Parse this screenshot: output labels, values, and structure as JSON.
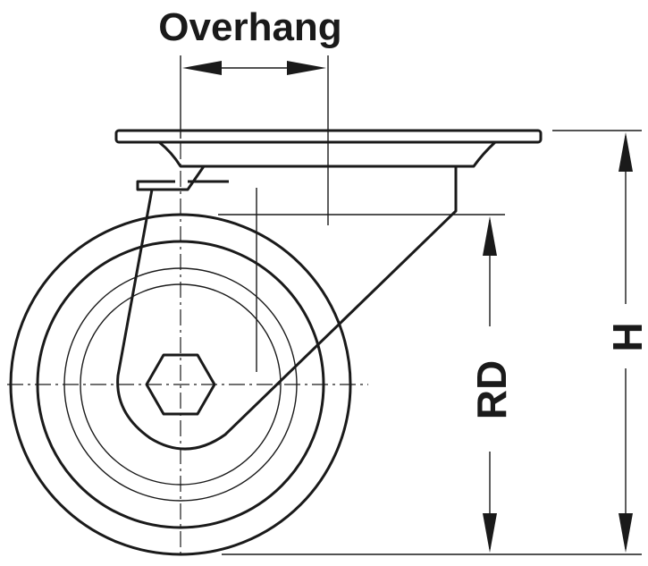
{
  "labels": {
    "overhang": "Overhang",
    "rd": "RD",
    "h": "H"
  },
  "colors": {
    "ink": "#1a1a1a",
    "background": "#ffffff"
  }
}
